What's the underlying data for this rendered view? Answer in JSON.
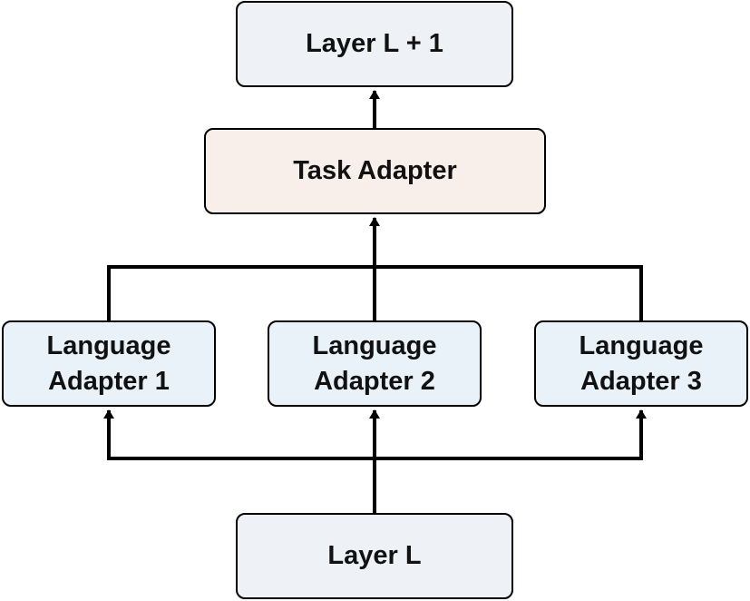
{
  "colors": {
    "layer_fill": "#eef2f6",
    "task_fill": "#f9efea",
    "language_fill": "#e9f1f9",
    "stroke": "#000000"
  },
  "nodes": {
    "layer_l_plus_1": {
      "label": "Layer L +  1"
    },
    "task_adapter": {
      "label": "Task Adapter"
    },
    "language_adapter_1": {
      "line1": "Language",
      "line2": "Adapter 1"
    },
    "language_adapter_2": {
      "line1": "Language",
      "line2": "Adapter 2"
    },
    "language_adapter_3": {
      "line1": "Language",
      "line2": "Adapter 3"
    },
    "layer_l": {
      "label": "Layer L"
    }
  },
  "edges": [
    {
      "from": "layer_l",
      "to": "language_adapter_1"
    },
    {
      "from": "layer_l",
      "to": "language_adapter_2"
    },
    {
      "from": "layer_l",
      "to": "language_adapter_3"
    },
    {
      "from": "language_adapter_1",
      "to": "task_adapter"
    },
    {
      "from": "language_adapter_2",
      "to": "task_adapter"
    },
    {
      "from": "language_adapter_3",
      "to": "task_adapter"
    },
    {
      "from": "task_adapter",
      "to": "layer_l_plus_1"
    }
  ]
}
